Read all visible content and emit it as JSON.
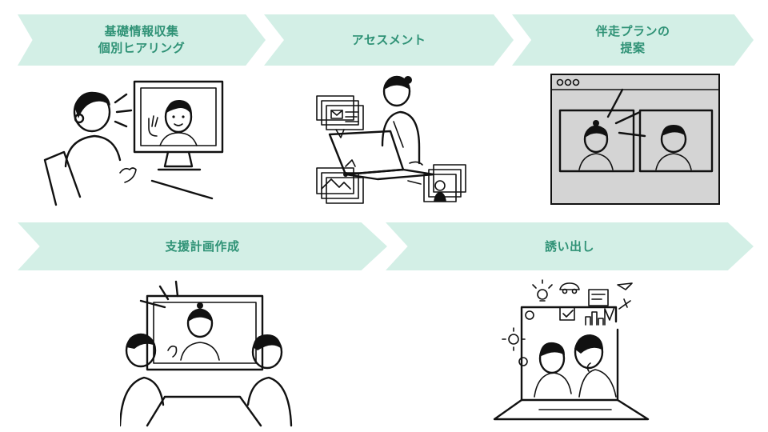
{
  "steps_row1": [
    {
      "label": "基礎情報収集\n個別ヒアリング"
    },
    {
      "label": "アセスメント"
    },
    {
      "label": "伴走プランの\n提案"
    }
  ],
  "steps_row2": [
    {
      "label": "支援計画作成"
    },
    {
      "label": "誘い出し"
    }
  ],
  "colors": {
    "chevron_fill": "#d3efe6",
    "chevron_text": "#2f9276",
    "panel_gray": "#d4d4d4"
  },
  "icons": [
    "speech-lines-icon",
    "mail-icon",
    "document-icon",
    "photo-icon",
    "lightbulb-icon",
    "car-icon",
    "paper-plane-icon",
    "gear-icon",
    "checkbox-icon",
    "bar-chart-icon",
    "airplane-icon"
  ]
}
